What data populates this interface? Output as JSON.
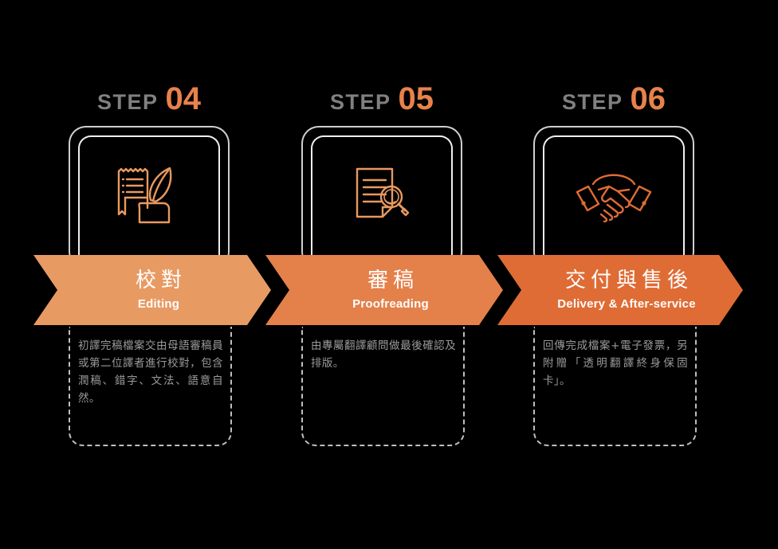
{
  "theme": {
    "background": "#000000",
    "accent_orange": "#E8824A",
    "step_word_color": "#808080",
    "banner_colors": [
      "#E89A63",
      "#E4804A",
      "#DF6C35"
    ],
    "body_text_color": "#9A9A9A",
    "frame_border_color": "#CFCFCF",
    "dashed_border_color": "#BFBFBF"
  },
  "steps": [
    {
      "step_word": "STEP",
      "step_number": "04",
      "icon": "scroll-quill-icon",
      "title_cn": "校對",
      "title_en": "Editing",
      "description": "初譯完稿檔案交由母語審稿員或第二位譯者進行校對，包含潤稿、錯字、文法、語意自然。"
    },
    {
      "step_word": "STEP",
      "step_number": "05",
      "icon": "document-magnifier-icon",
      "title_cn": "審稿",
      "title_en": "Proofreading",
      "description": "由專屬翻譯顧問做最後確認及排版。"
    },
    {
      "step_word": "STEP",
      "step_number": "06",
      "icon": "handshake-icon",
      "title_cn": "交付與售後",
      "title_en": "Delivery & After-service",
      "description": "回傳完成檔案+電子發票，另附贈「透明翻譯終身保固卡」。"
    }
  ]
}
